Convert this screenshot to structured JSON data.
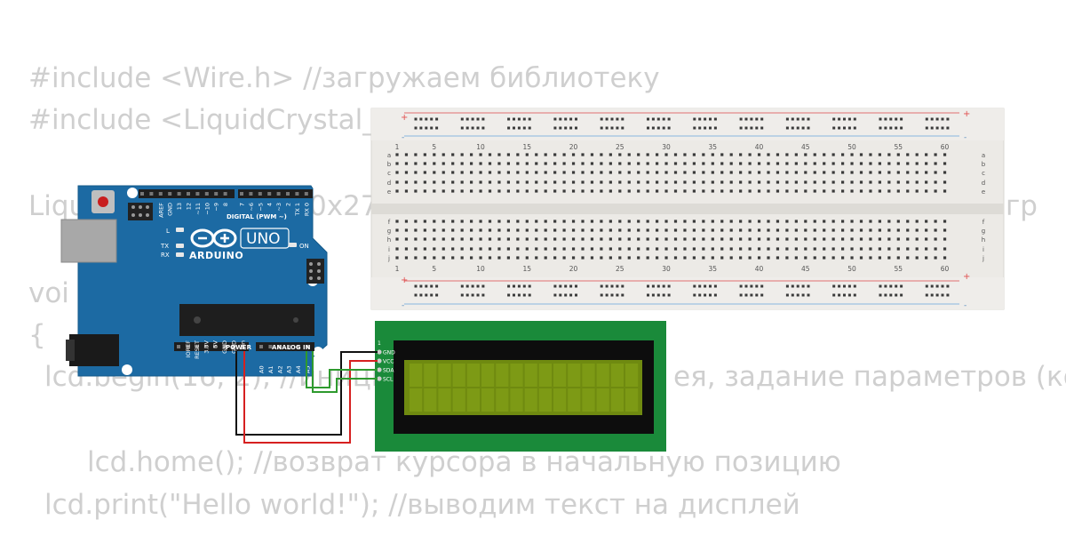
{
  "code": {
    "line1": "#include <Wire.h> //загружаем библиотеку",
    "line2": "#include <LiquidCrystal_I2",
    "line3a": "Liqu",
    "line3b": "0x27",
    "line3c": "гр",
    "line4": "voi",
    "line5": "{",
    "line6a": "lcd.begin(16, 2); //иници",
    "line6b": "ея, задание параметров (ко",
    "line7": "lcd.home(); //возврат курсора в начальную позицию",
    "line8": "lcd.print(\"Hello world!\"); //выводим текст на дисплей"
  },
  "breadboard": {
    "column_numbers": [
      "1",
      "5",
      "10",
      "15",
      "20",
      "25",
      "30",
      "35",
      "40",
      "45",
      "50",
      "55",
      "60"
    ],
    "rows_top": [
      "a",
      "b",
      "c",
      "d",
      "e"
    ],
    "rows_bottom": [
      "f",
      "g",
      "h",
      "i",
      "j"
    ],
    "plus": "+",
    "minus": "-"
  },
  "arduino": {
    "brand": "ARDUINO",
    "model": "UNO",
    "digital_label": "DIGITAL (PWM ~)",
    "power_label": "POWER",
    "analog_label": "ANALOG IN",
    "led_l": "L",
    "led_tx": "TX",
    "led_rx": "RX",
    "led_on": "ON",
    "digital_pins": [
      "AREF",
      "GND",
      "13",
      "12",
      "~11",
      "~10",
      "~9",
      "8",
      "7",
      "~6",
      "~5",
      "4",
      "~3",
      "2",
      "TX 1",
      "RX 0"
    ],
    "power_pins": [
      "IOREF",
      "RESET",
      "3.3V",
      "5V",
      "GND",
      "GND",
      "Vin"
    ],
    "analog_pins": [
      "A0",
      "A1",
      "A2",
      "A3",
      "A4",
      "A5"
    ]
  },
  "lcd_module": {
    "pin_number": "1",
    "pins": [
      "GND",
      "VCC",
      "SDA",
      "SCL"
    ]
  },
  "colors": {
    "code_text": "#cfcfcf",
    "board_blue": "#1c6aa3",
    "lcd_pcb": "#1a8a3a",
    "lcd_screen": "#6f8a10",
    "wire_red": "#d62020",
    "wire_black": "#111111",
    "wire_green": "#2e9a2e"
  }
}
